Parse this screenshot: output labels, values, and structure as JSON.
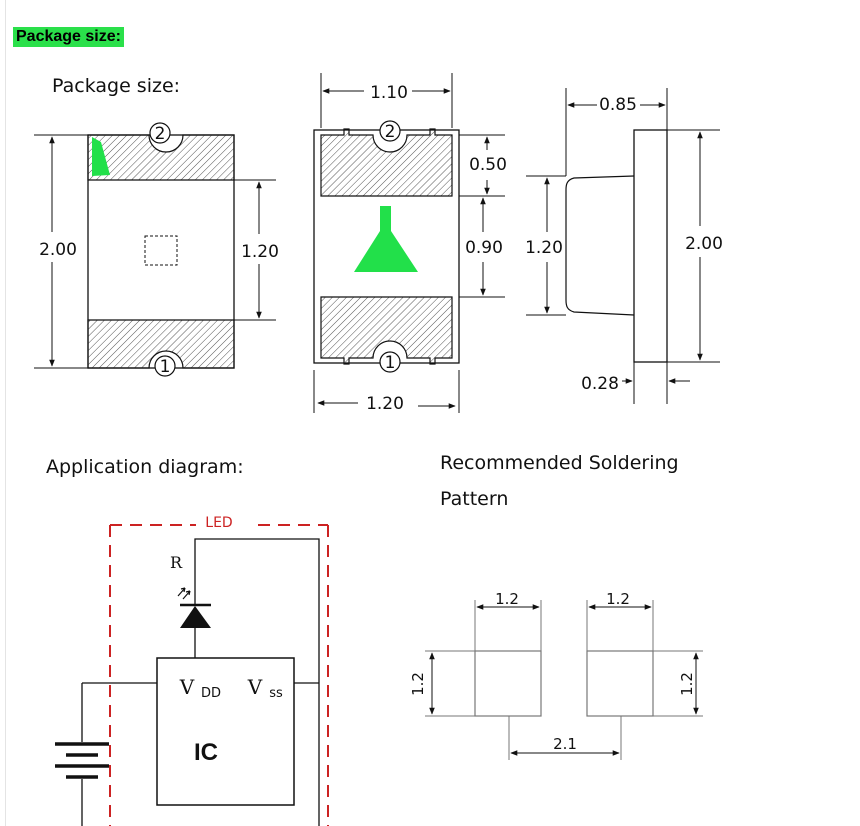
{
  "header": {
    "badge_text": "Package size:"
  },
  "headings": {
    "package_size": "Package size:",
    "application_diagram": "Application diagram:",
    "soldering_line1": "Recommended Soldering",
    "soldering_line2": "Pattern"
  },
  "package_front": {
    "dims": {
      "height": "2.00",
      "inner_height": "1.20"
    },
    "pin_top": "2",
    "pin_bottom": "1"
  },
  "package_top": {
    "dims": {
      "width_top": "1.10",
      "pad_height": "0.50",
      "gap": "0.90",
      "width_bottom": "1.20"
    },
    "pin_top": "2",
    "pin_bottom": "1"
  },
  "package_side": {
    "dims": {
      "thickness": "0.85",
      "lens_height": "1.20",
      "height": "2.00",
      "base": "0.28"
    }
  },
  "circuit": {
    "led_label": "LED",
    "resistor_label": "R",
    "ic_label": "IC",
    "vdd_label": "V",
    "vdd_sub": "DD",
    "vss_label": "V",
    "vss_sub": "ss"
  },
  "solder_pattern": {
    "pad_width_left": "1.2",
    "pad_width_right": "1.2",
    "pad_height_left": "1.2",
    "pad_height_right": "1.2",
    "pitch": "2.1"
  },
  "colors": {
    "accent_green": "#22e04a",
    "outline": "#111111",
    "led_red": "#cc2222"
  }
}
